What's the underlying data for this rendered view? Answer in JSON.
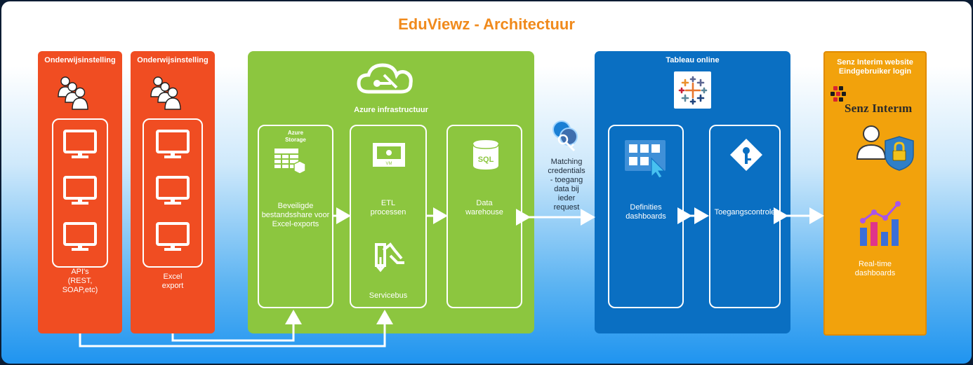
{
  "title": "EduViewz - Architectuur",
  "onderwijs_api": {
    "title": "Onderwijsinstelling",
    "label": "API's\n(REST,\nSOAP,etc)"
  },
  "onderwijs_excel": {
    "title": "Onderwijsinstelling",
    "label": "Excel\nexport"
  },
  "azure": {
    "title": "Azure infrastructuur",
    "storage_badge": "Azure\nStorage",
    "storage_label": "Beveiligde\nbestandsshare voor\nExcel-exports",
    "etl_label": "ETL\nprocessen",
    "vm_badge": "VM",
    "servicebus_label": "Servicebus",
    "sql_badge": "SQL",
    "dw_label": "Data\nwarehouse"
  },
  "matching_label": "Matching\ncredentials\n- toegang\ndata bij\nieder\nrequest",
  "tableau": {
    "title": "Tableau online",
    "definities_label": "Definities\ndashboards",
    "toegang_label": "Toegangscontrole"
  },
  "senz": {
    "title": "Senz Interim website\nEindgebruiker login",
    "logo_text": "Senz Interım",
    "dashboards_label": "Real-time\ndashboards"
  },
  "colors": {
    "title": "#f08a1c",
    "onderwijs": "#f04d22",
    "azure": "#8cc63f",
    "tableau": "#0a6fc2",
    "senz": "#f2a20c"
  }
}
